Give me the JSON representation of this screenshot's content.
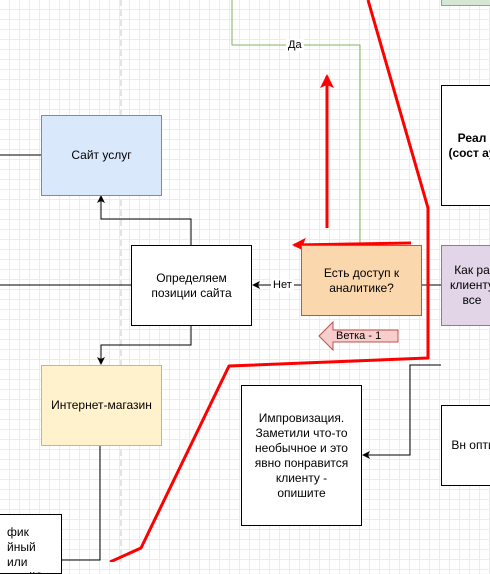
{
  "nodes": {
    "site_services": "Сайт услуг",
    "determine_positions": "Определяем позиции сайта",
    "access_analytics": "Есть доступ к аналитике?",
    "online_store": "Интернет-магазин",
    "improvisation": "Импровизация. Заметили что-то необычное и это явно понравится клиенту - опишите",
    "right_top": "Реал (сост ау",
    "right_mid": "Как ра клиенту все",
    "right_low": "Вн опти",
    "bottom_left": "фик йный или рный?"
  },
  "edge_labels": {
    "yes": "Да",
    "no": "Нет",
    "branch": "Ветка - 1"
  },
  "colors": {
    "blue_fill": "#dae8fc",
    "blue_stroke": "#6c8ebf",
    "orange_fill": "#fad7ac",
    "orange_stroke": "#b46504",
    "yellow_fill": "#fff2cc",
    "yellow_stroke": "#d6b656",
    "purple_fill": "#e1d5e7",
    "purple_stroke": "#9673a6",
    "green_fill": "#d5e8d4",
    "green_stroke": "#82b366",
    "pink_fill": "#f8cecc",
    "pink_stroke": "#b85450",
    "annotation_red": "#ff0000"
  }
}
